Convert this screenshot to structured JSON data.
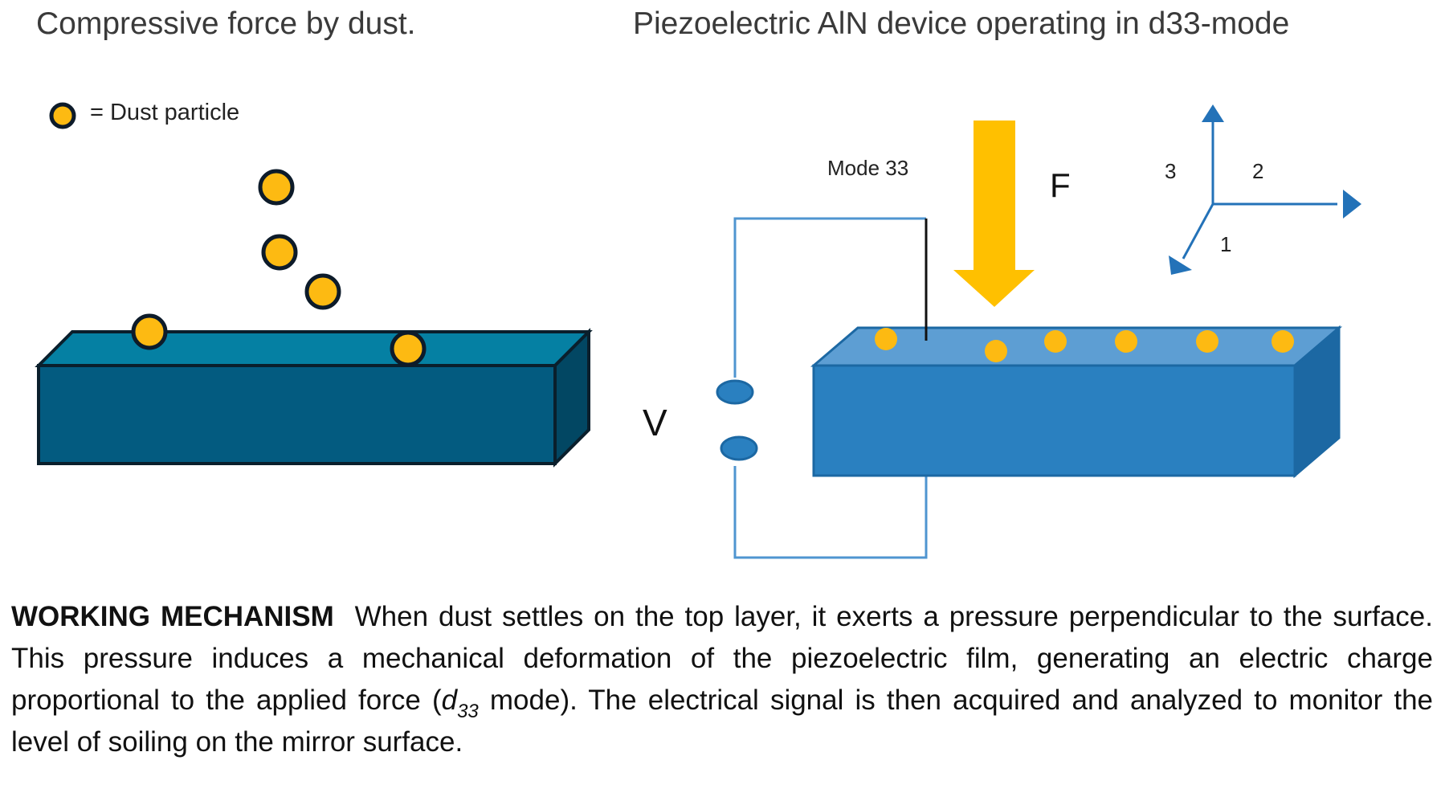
{
  "titles": {
    "left": "Compressive force by dust.",
    "right": "Piezoelectric AlN device operating in d33-mode"
  },
  "legend": {
    "label": "= Dust particle"
  },
  "labels": {
    "mode": "Mode 33",
    "force": "F",
    "voltage": "V",
    "axis1": "1",
    "axis2": "2",
    "axis3": "3"
  },
  "description": {
    "heading": "WORKING MECHANISM",
    "part1": "When dust settles on the top layer, it exerts a pressure perpendicular to the surface. This pressure induces a mechanical deformation of the piezoelectric film, generating an electric charge proportional to the applied force (",
    "coef_base": "d",
    "coef_sub": "33",
    "part2": " mode). The electrical signal is then acquired and analyzed to monitor the level of soiling on the mirror surface."
  },
  "colors": {
    "dust": "#FDBA12",
    "left_block_front": "#035B80",
    "left_block_top": "#0580A3",
    "left_block_side": "#024763",
    "right_block_front": "#2A80C0",
    "right_block_top": "#5D9ED3",
    "right_block_side": "#1C68A3",
    "wire": "#4F95D0",
    "arrow_force": "#FFC000",
    "axis": "#2372B8"
  }
}
